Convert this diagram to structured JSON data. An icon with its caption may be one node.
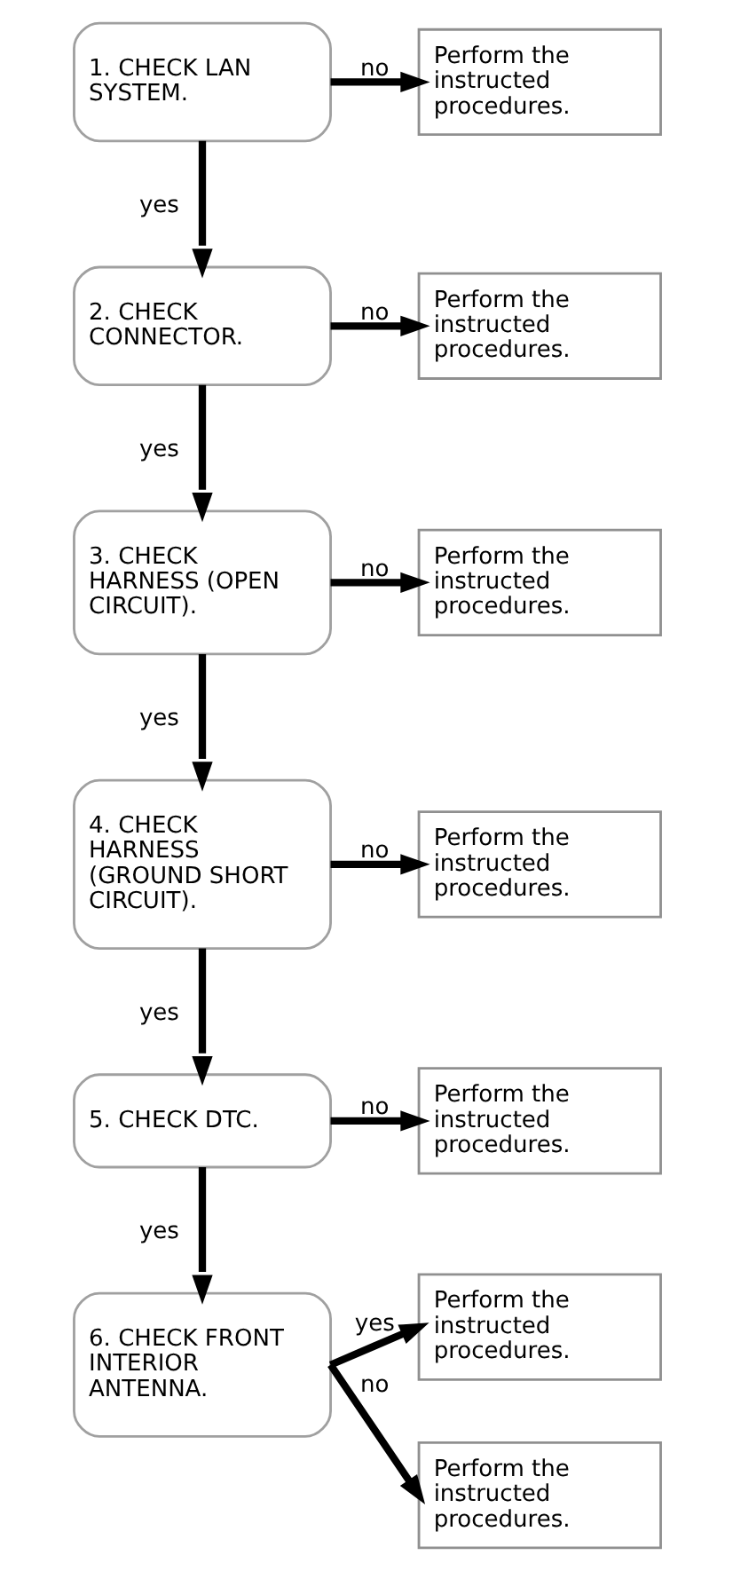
{
  "diagram": {
    "nodes": [
      {
        "text": [
          "1. CHECK LAN SYSTEM."
        ]
      },
      {
        "text": [
          "Perform the instructed procedures."
        ]
      },
      {
        "text": [
          "2. CHECK CONNECTOR."
        ]
      },
      {
        "text": [
          "Perform the instructed procedures."
        ]
      },
      {
        "text": [
          "3. CHECK HARNESS (OPEN CIRCUIT)."
        ]
      },
      {
        "text": [
          "Perform the instructed procedures."
        ]
      },
      {
        "text": [
          "4. CHECK HARNESS (GROUND SHORT CIRCUIT)."
        ]
      },
      {
        "text": [
          "Perform the instructed procedures."
        ]
      },
      {
        "text": [
          "5. CHECK DTC."
        ]
      },
      {
        "text": [
          "Perform the instructed procedures."
        ]
      },
      {
        "text": [
          "6. CHECK FRONT INTERIOR ANTENNA."
        ]
      },
      {
        "text": [
          "Perform the instructed procedures."
        ]
      },
      {
        "text": [
          "Perform the instructed procedures."
        ]
      }
    ],
    "edges": [
      {
        "from": 0,
        "to": 1,
        "arrow": "to",
        "label": "no"
      },
      {
        "from": 0,
        "to": 2,
        "arrow": "to",
        "label": "yes"
      },
      {
        "from": 2,
        "to": 3,
        "arrow": "to",
        "label": "no"
      },
      {
        "from": 2,
        "to": 4,
        "arrow": "to",
        "label": "yes"
      },
      {
        "from": 4,
        "to": 5,
        "arrow": "to",
        "label": "no"
      },
      {
        "from": 4,
        "to": 6,
        "arrow": "to",
        "label": "yes"
      },
      {
        "from": 6,
        "to": 7,
        "arrow": "to",
        "label": "no"
      },
      {
        "from": 6,
        "to": 8,
        "arrow": "to",
        "label": "yes"
      },
      {
        "from": 8,
        "to": 9,
        "arrow": "to",
        "label": "no"
      },
      {
        "from": 8,
        "to": 10,
        "arrow": "to",
        "label": "yes"
      },
      {
        "from": 10,
        "to": 11,
        "arrow": "to",
        "label": "yes"
      },
      {
        "from": 10,
        "to": 12,
        "arrow": "to",
        "label": "no"
      }
    ]
  }
}
